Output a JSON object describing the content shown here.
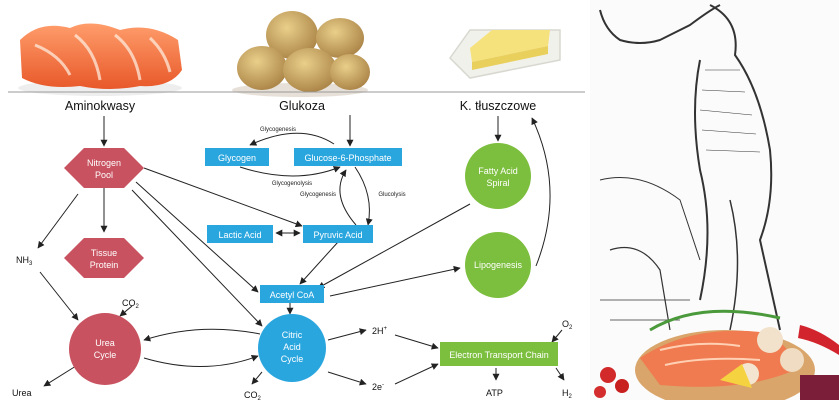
{
  "headers": {
    "amino": "Aminokwasy",
    "glucose": "Glukoza",
    "fatty": "K. tłuszczowe"
  },
  "nodes": {
    "nitrogen_pool": [
      "Nitrogen",
      "Pool"
    ],
    "tissue_protein": [
      "Tissue",
      "Protein"
    ],
    "urea_cycle": [
      "Urea",
      "Cycle"
    ],
    "glycogen": "Glycogen",
    "g6p": "Glucose-6-Phosphate",
    "lactic_acid": "Lactic Acid",
    "pyruvic_acid": "Pyruvic Acid",
    "acetyl_coa": "Acetyl CoA",
    "citric_cycle": [
      "Citric",
      "Acid",
      "Cycle"
    ],
    "fatty_spiral": [
      "Fatty Acid",
      "Spiral"
    ],
    "lipogenesis": "Lipogenesis",
    "etc": "Electron Transport Chain"
  },
  "labels": {
    "glycogenesis_top": "Glycogenesis",
    "glycogenolysis": "Glycogenolysis",
    "glycogenesis_mid": "Glycogenesis",
    "glucolysis": "Glucolysis",
    "nh3": "NH",
    "nh3_sub": "3",
    "urea": "Urea",
    "co2_top": "CO",
    "co2_top_sub": "2",
    "co2_bottom": "CO",
    "co2_bottom_sub": "2",
    "two_h": "2H",
    "two_h_sup": "+",
    "two_e": "2e",
    "two_e_sup": "-",
    "o2": "O",
    "o2_sub": "2",
    "atp": "ATP",
    "h2": "H",
    "h2_sub": "2"
  },
  "colors": {
    "red_node": "#c8525f",
    "blue_node": "#2aa6df",
    "green_node": "#7cbe3d",
    "arrow": "#222222"
  }
}
